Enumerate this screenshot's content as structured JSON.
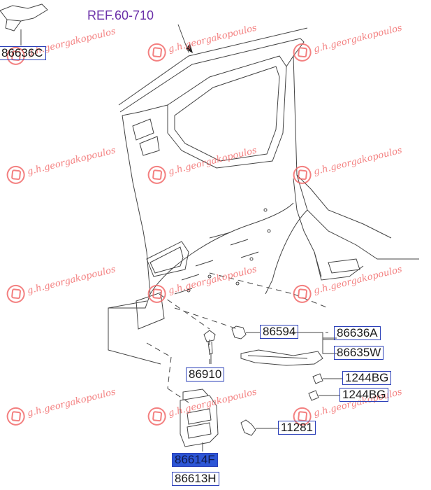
{
  "diagram": {
    "reference": "REF.60-710",
    "watermark": "g.h.georgakopoulos",
    "parts": [
      {
        "number": "86636C",
        "highlighted": false
      },
      {
        "number": "86594",
        "highlighted": false
      },
      {
        "number": "86636A",
        "highlighted": false
      },
      {
        "number": "86635W",
        "highlighted": false
      },
      {
        "number": "86910",
        "highlighted": false
      },
      {
        "number": "1244BG",
        "highlighted": false
      },
      {
        "number": "1244BG",
        "highlighted": false
      },
      {
        "number": "11281",
        "highlighted": false
      },
      {
        "number": "86614F",
        "highlighted": true
      },
      {
        "number": "86613H",
        "highlighted": true
      }
    ]
  },
  "colors": {
    "line": "#444444",
    "label_border": "#2a3fb8",
    "highlight": "#2d56d6",
    "reference_text": "#6a2fa8",
    "watermark": "#f26a6a"
  }
}
